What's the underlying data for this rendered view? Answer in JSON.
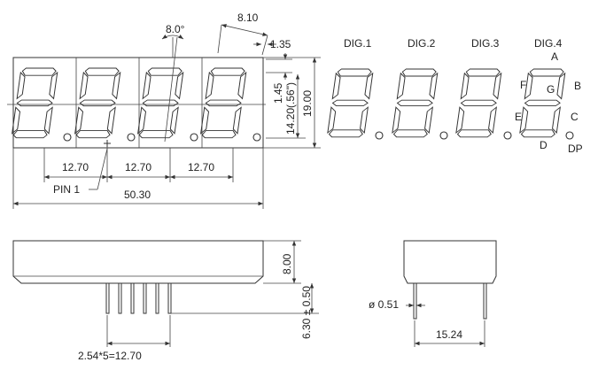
{
  "front_view": {
    "slant_angle": "8.0°",
    "dim_8_10": "8.10",
    "dim_1_35": "1.35",
    "dim_1_45": "1.45",
    "dim_14_20": "14.20(.56\")",
    "dim_19_00": "19.00",
    "dim_12_70_a": "12.70",
    "dim_12_70_b": "12.70",
    "dim_12_70_c": "12.70",
    "pin1_label": "PIN 1",
    "overall_width": "50.30"
  },
  "digit_labels": [
    "DIG.1",
    "DIG.2",
    "DIG.3",
    "DIG.4"
  ],
  "segment_labels": {
    "a": "A",
    "b": "B",
    "c": "C",
    "d": "D",
    "e": "E",
    "f": "F",
    "g": "G",
    "dp": "DP"
  },
  "side_view": {
    "height": "8.00",
    "pin_length": "6.30 ± 0.50",
    "pin_pitch": "2.54*5=12.70"
  },
  "end_view": {
    "pin_diameter": "ø 0.51",
    "row_spacing": "15.24"
  }
}
